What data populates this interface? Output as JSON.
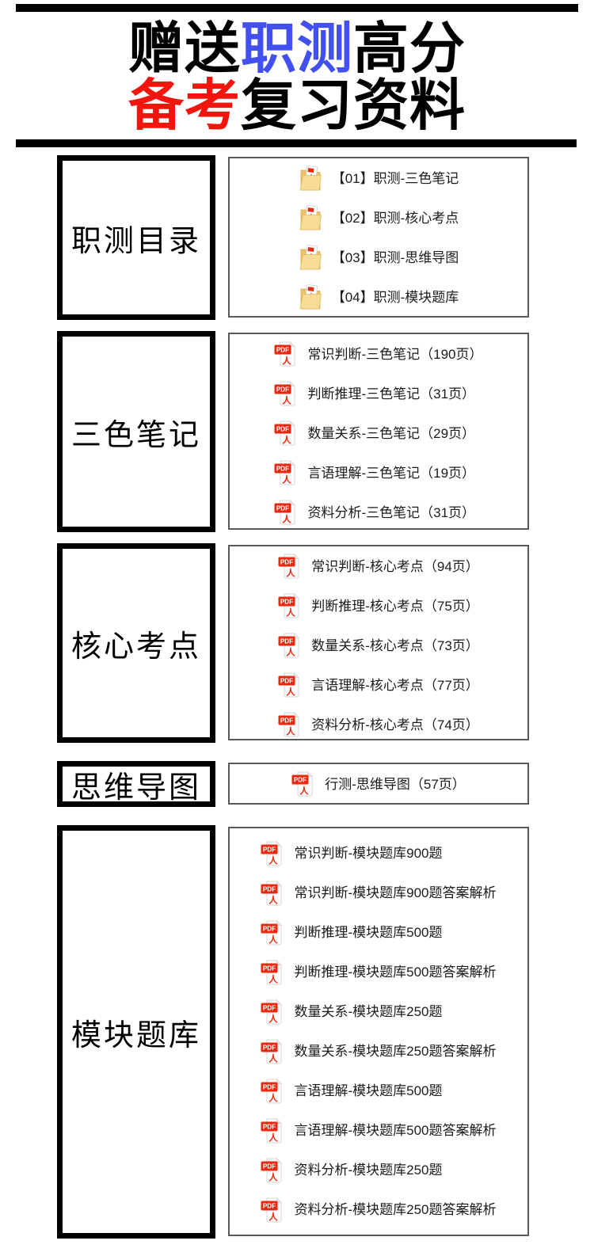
{
  "colors": {
    "accent_blue": "#4150ef",
    "accent_red": "#f2150d",
    "pdf_red": "#e8290f",
    "folder_yellow_front": "#f7dc96",
    "folder_yellow_back": "#edc36a",
    "text": "#1b1b1b"
  },
  "title": {
    "line1": [
      {
        "text": "赠送",
        "color": "black"
      },
      {
        "text": "职测",
        "color": "blue"
      },
      {
        "text": "高分",
        "color": "black"
      }
    ],
    "line2": [
      {
        "text": "备考",
        "color": "red"
      },
      {
        "text": "复习资料",
        "color": "black"
      }
    ]
  },
  "icons": {
    "pdf_badge_label": "PDF",
    "pdf_glyph": "人"
  },
  "sections": [
    {
      "key": "zhice-mulu",
      "label": "职测目录",
      "icon": "folder-pdf",
      "files": [
        "【01】职测-三色笔记",
        "【02】职测-核心考点",
        "【03】职测-思维导图",
        "【04】职测-模块题库"
      ]
    },
    {
      "key": "sanse-biji",
      "label": "三色笔记",
      "icon": "pdf",
      "files": [
        "常识判断-三色笔记（190页）",
        "判断推理-三色笔记（31页）",
        "数量关系-三色笔记（29页）",
        "言语理解-三色笔记（19页）",
        "资料分析-三色笔记（31页）"
      ]
    },
    {
      "key": "hexin-kaodian",
      "label": "核心考点",
      "icon": "pdf",
      "files": [
        "常识判断-核心考点（94页）",
        "判断推理-核心考点（75页）",
        "数量关系-核心考点（73页）",
        "言语理解-核心考点（77页）",
        "资料分析-核心考点（74页）"
      ]
    },
    {
      "key": "siwei-daotu",
      "label": "思维导图",
      "icon": "pdf",
      "files": [
        "行测-思维导图（57页）"
      ]
    },
    {
      "key": "mokuai-tiku",
      "label": "模块题库",
      "icon": "pdf",
      "files": [
        "常识判断-模块题库900题",
        "常识判断-模块题库900题答案解析",
        "判断推理-模块题库500题",
        "判断推理-模块题库500题答案解析",
        "数量关系-模块题库250题",
        "数量关系-模块题库250题答案解析",
        "言语理解-模块题库500题",
        "言语理解-模块题库500题答案解析",
        "资料分析-模块题库250题",
        "资料分析-模块题库250题答案解析"
      ]
    }
  ]
}
